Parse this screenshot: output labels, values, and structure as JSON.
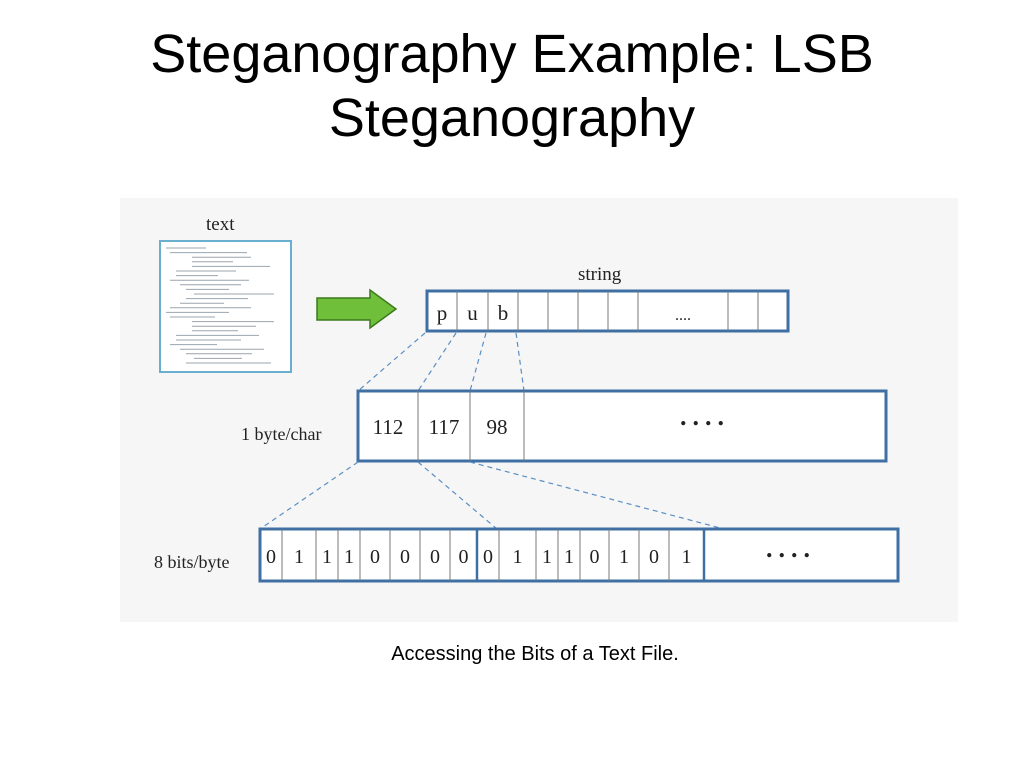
{
  "slide": {
    "title_line1": "Steganography Example: LSB",
    "title_line2": "Steganography",
    "caption": "Accessing the Bits of a Text File."
  },
  "figure": {
    "text_label": "text",
    "string_label": "string",
    "string_cells": [
      "p",
      "u",
      "b",
      "",
      "",
      "",
      "",
      "....",
      "",
      ""
    ],
    "bytes_label": "1 byte/char",
    "byte_cells": [
      "112",
      "117",
      "98",
      "...."
    ],
    "bits_label": "8 bits/byte",
    "bit_group_1": [
      "0",
      "1",
      "1",
      "1",
      "0",
      "0",
      "0",
      "0"
    ],
    "bit_group_2": [
      "0",
      "1",
      "1",
      "1",
      "0",
      "1",
      "0",
      "1"
    ],
    "bits_ellipsis": "....",
    "colors": {
      "box_border": "#3f6fa3",
      "arrow_fill": "#6fbf3a",
      "arrow_stroke": "#3c7a1c",
      "doc_border": "#6aaed0",
      "dashed": "#5b8fc4"
    }
  }
}
